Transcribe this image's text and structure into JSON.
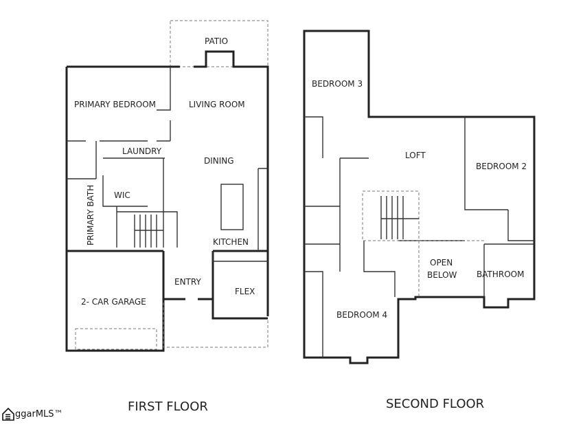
{
  "first_floor": {
    "title": "FIRST FLOOR",
    "rooms": {
      "patio": "PATIO",
      "primary_bedroom": "PRIMARY BEDROOM",
      "living_room": "LIVING ROOM",
      "laundry": "LAUNDRY",
      "dining": "DINING",
      "wic": "WIC",
      "primary_bath": "PRIMARY BATH",
      "kitchen": "KITCHEN",
      "entry": "ENTRY",
      "flex": "FLEX",
      "garage": "2- CAR GARAGE"
    }
  },
  "second_floor": {
    "title": "SECOND FLOOR",
    "rooms": {
      "bedroom3": "BEDROOM 3",
      "loft": "LOFT",
      "bedroom2": "BEDROOM 2",
      "open_below_1": "OPEN",
      "open_below_2": "BELOW",
      "bathroom": "BATHROOM",
      "bedroom4": "BEDROOM 4"
    }
  },
  "logo": {
    "text": "ggarMLS™"
  }
}
